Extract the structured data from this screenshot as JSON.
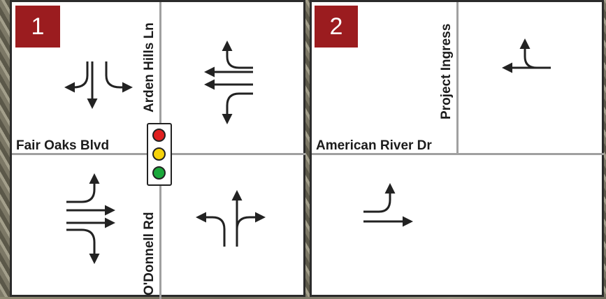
{
  "colors": {
    "badge": "#9b1c1f",
    "arrow": "#222222",
    "panel_background": "#ffffff",
    "grid_line": "#a0a0a0",
    "signal_red": "#e02020",
    "signal_yellow": "#f5d20a",
    "signal_green": "#1aa83a"
  },
  "panel1": {
    "number": "1",
    "street_north": "Arden Hills Ln",
    "street_west": "Fair Oaks Blvd",
    "street_south": "O'Donnell Rd",
    "icon": "traffic-signal-icon"
  },
  "panel2": {
    "number": "2",
    "street_north": "Project Ingress",
    "street_west": "American River Dr"
  }
}
